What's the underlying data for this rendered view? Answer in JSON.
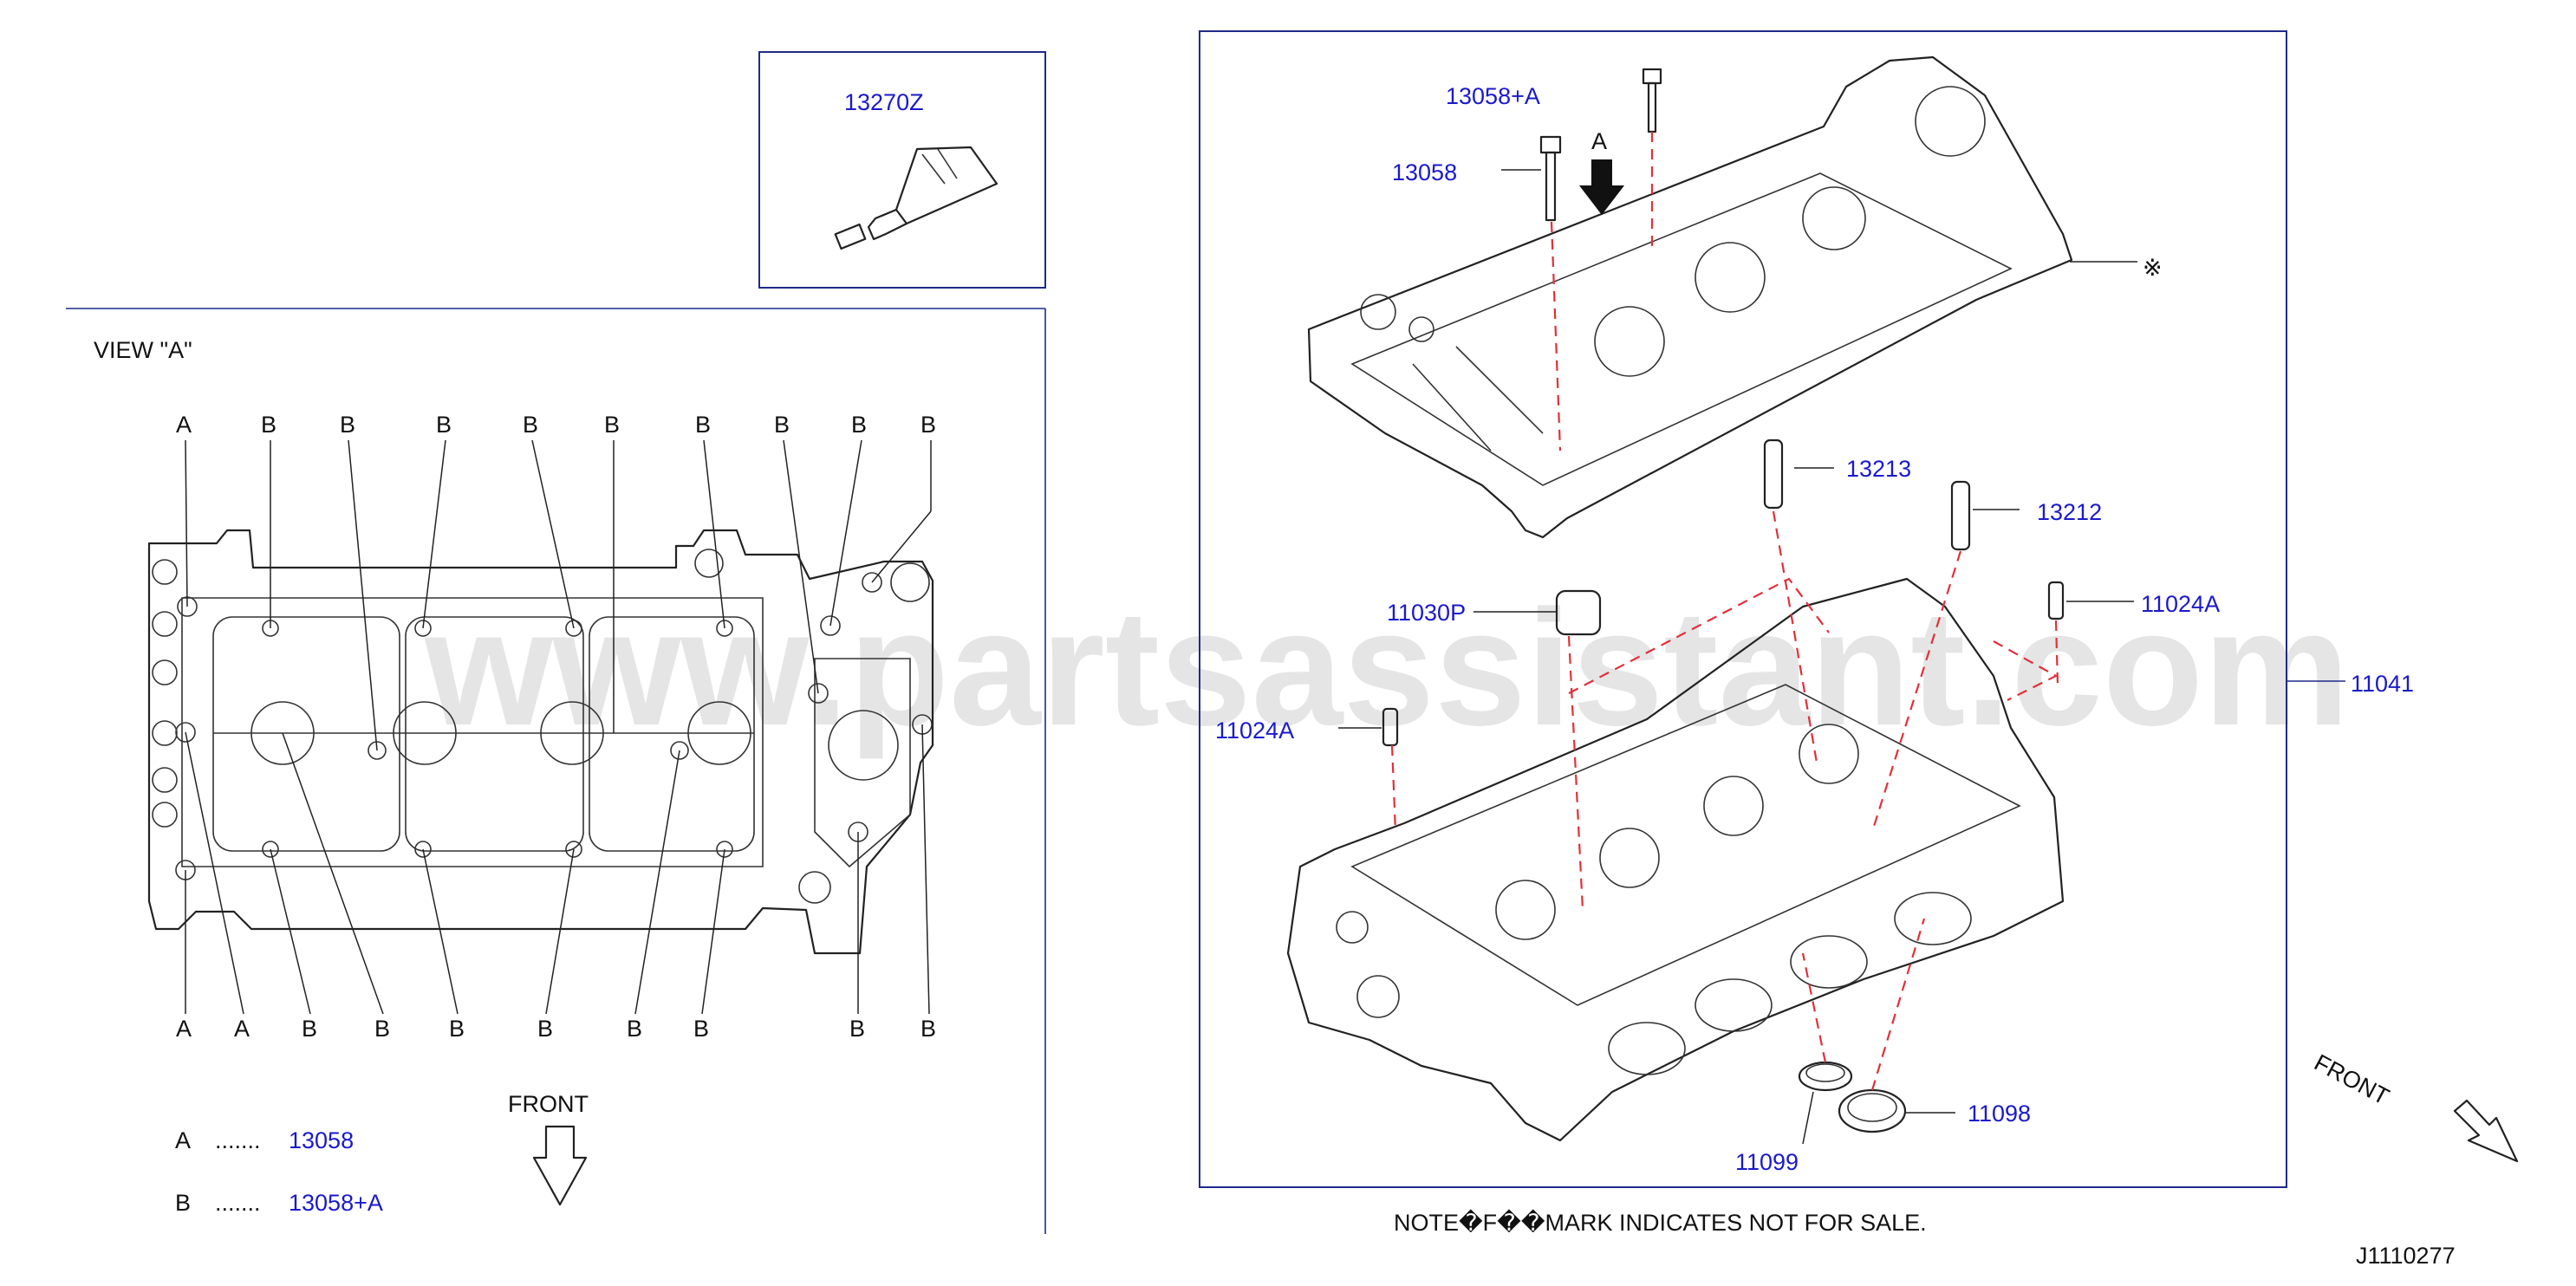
{
  "diagram_id": "J1110277",
  "watermark": "www.partsassistant.com",
  "note": "NOTE�F��MARK  INDICATES  NOT  FOR  SALE.",
  "view_a": {
    "title": "VIEW   \"A\"",
    "top_letters": [
      "A",
      "B",
      "B",
      "B",
      "B",
      "B",
      "B",
      "B",
      "B",
      "B"
    ],
    "bottom_letters": [
      "A",
      "A",
      "B",
      "B",
      "B",
      "B",
      "B",
      "B",
      "B",
      "B"
    ],
    "front_label": "FRONT",
    "legend": [
      {
        "letter": "A",
        "dots": ".......",
        "part": "13058"
      },
      {
        "letter": "B",
        "dots": ".......",
        "part": "13058+A"
      }
    ]
  },
  "inset": {
    "part": "13270Z"
  },
  "main": {
    "arrow_letter": "A",
    "front_label": "FRONT",
    "not_for_sale_mark": "※",
    "parts": {
      "p13058a": "13058+A",
      "p13058": "13058",
      "p13213": "13213",
      "p13212": "13212",
      "p11030p": "11030P",
      "p11024a_right": "11024A",
      "p11024a_left": "11024A",
      "p11041": "11041",
      "p11098": "11098",
      "p11099": "11099"
    }
  }
}
